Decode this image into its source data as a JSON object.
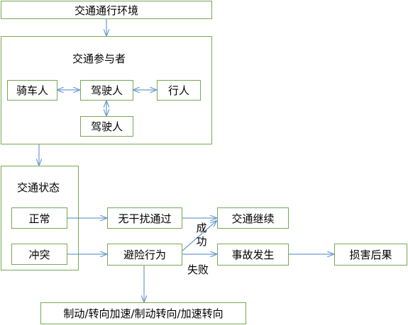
{
  "nodes": {
    "env": "交通通行环境",
    "participants_title": "交通参与者",
    "rider": "骑车人",
    "driver1": "驾驶人",
    "pedestrian": "行人",
    "driver2": "驾驶人",
    "state_title": "交通状态",
    "normal": "正常",
    "conflict": "冲突",
    "pass": "无干扰通过",
    "avoid": "避险行为",
    "continue": "交通继续",
    "accident": "事故发生",
    "loss": "损害后果",
    "actions": "制动/转向加速/制动转向/加速转向"
  },
  "edge_labels": {
    "success": "成功",
    "fail": "失败"
  },
  "colors": {
    "border": "#76a854",
    "arrow": "#6a9ad4"
  }
}
